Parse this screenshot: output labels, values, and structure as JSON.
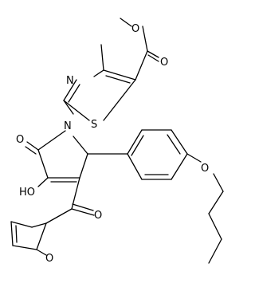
{
  "molecule": {
    "atom_labels": {
      "ester_carbonyl_O": "O",
      "ester_ether_O": "O",
      "thiazole_N": "N",
      "thiazole_S": "S",
      "lactam_O": "O",
      "lactam_N": "N",
      "hydroxyl": "HO",
      "ketone_O": "O",
      "furan_O": "O",
      "aryl_ether_O": "O"
    }
  }
}
